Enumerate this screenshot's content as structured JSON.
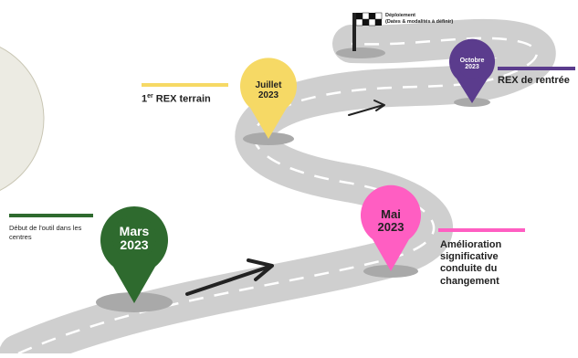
{
  "milestones": {
    "mars": {
      "month": "Mars",
      "year": "2023",
      "color": "#2e6a2e",
      "text_color": "#ffffff",
      "label": "Début de l'outil dans les centres",
      "rule_color": "#2e6a2e"
    },
    "mai": {
      "month": "Mai",
      "year": "2023",
      "color": "#ff5ec2",
      "text_color": "#222222",
      "label": "Amélioration significative conduite du changement",
      "rule_color": "#ff5ec2"
    },
    "juillet": {
      "month": "Juillet",
      "year": "2023",
      "color": "#f6d965",
      "text_color": "#222222",
      "label_main": "1",
      "label_sup": "er",
      "label_rest": " REX terrain",
      "rule_color": "#f6d965"
    },
    "octobre": {
      "month": "Octobre",
      "year": "2023",
      "color": "#5b3c8d",
      "text_color": "#ffffff",
      "label": "REX de rentrée",
      "rule_color": "#5b3c8d"
    }
  },
  "deployment": {
    "title": "Déploiement",
    "subtitle": "(Dates & modalités à définir)"
  },
  "colors": {
    "road": "#cfcfcf",
    "road_edge": "#bdbdbd",
    "road_dash": "#ffffff",
    "circle_fill": "#ecebe3",
    "circle_edge": "#c9c6b4",
    "shadow": "#a9a9a9"
  }
}
